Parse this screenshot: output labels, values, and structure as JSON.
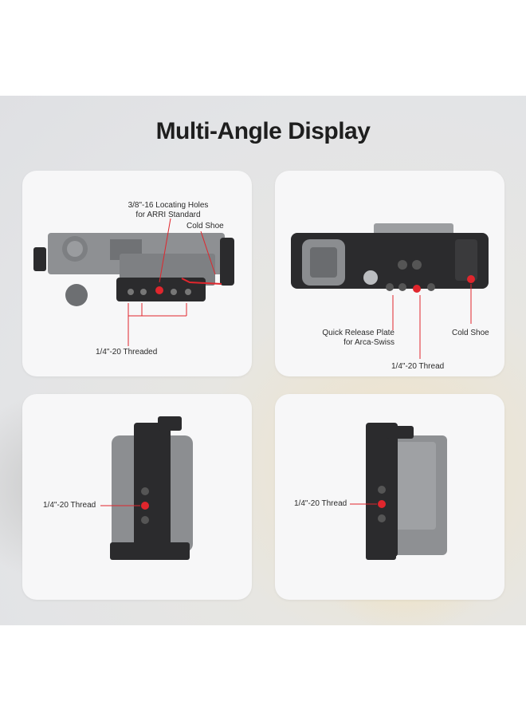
{
  "title": "Multi-Angle Display",
  "panels": {
    "top_left": {
      "locating_holes_line1": "3/8\"-16 Locating Holes",
      "locating_holes_line2": "for ARRI Standard",
      "cold_shoe": "Cold Shoe",
      "threaded": "1/4\"-20 Threaded"
    },
    "top_right": {
      "quick_release_line1": "Quick Release Plate",
      "quick_release_line2": "for Arca-Swiss",
      "cold_shoe": "Cold Shoe",
      "thread": "1/4\"-20 Thread"
    },
    "bottom_left": {
      "thread": "1/4\"-20 Thread"
    },
    "bottom_right": {
      "thread": "1/4\"-20 Thread"
    }
  },
  "colors": {
    "accent": "#e0262d",
    "cage": "#2b2b2d",
    "camera": "#8d8f92"
  }
}
